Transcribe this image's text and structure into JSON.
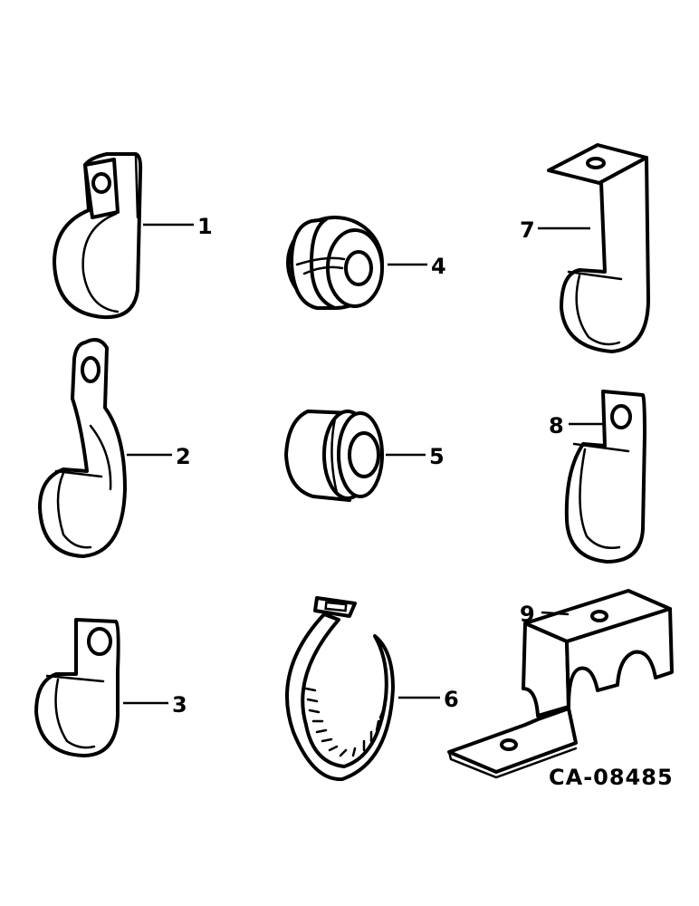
{
  "callouts": {
    "c1": "1",
    "c2": "2",
    "c3": "3",
    "c4": "4",
    "c5": "5",
    "c6": "6",
    "c7": "7",
    "c8": "8",
    "c9": "9"
  },
  "drawing_id": "CA-08485",
  "colors": {
    "ink": "#000000",
    "paper": "#ffffff"
  }
}
